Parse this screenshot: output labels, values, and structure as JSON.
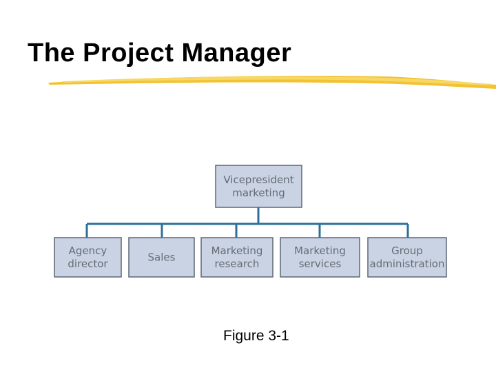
{
  "slide": {
    "title": "The Project Manager",
    "caption": "Figure 3-1",
    "underline_color": "#f2c230"
  },
  "org_chart": {
    "line_color": "#2e6f99",
    "box_fill": "#c9d3e4",
    "box_border": "#5d6775",
    "root": {
      "id": "vp-marketing",
      "lines": [
        "Vicepresident",
        "marketing"
      ]
    },
    "children": [
      {
        "id": "agency-director",
        "lines": [
          "Agency",
          "director"
        ]
      },
      {
        "id": "sales",
        "lines": [
          "Sales"
        ]
      },
      {
        "id": "marketing-research",
        "lines": [
          "Marketing",
          "research"
        ]
      },
      {
        "id": "marketing-services",
        "lines": [
          "Marketing",
          "services"
        ]
      },
      {
        "id": "group-administration",
        "lines": [
          "Group",
          "administration"
        ]
      }
    ]
  }
}
